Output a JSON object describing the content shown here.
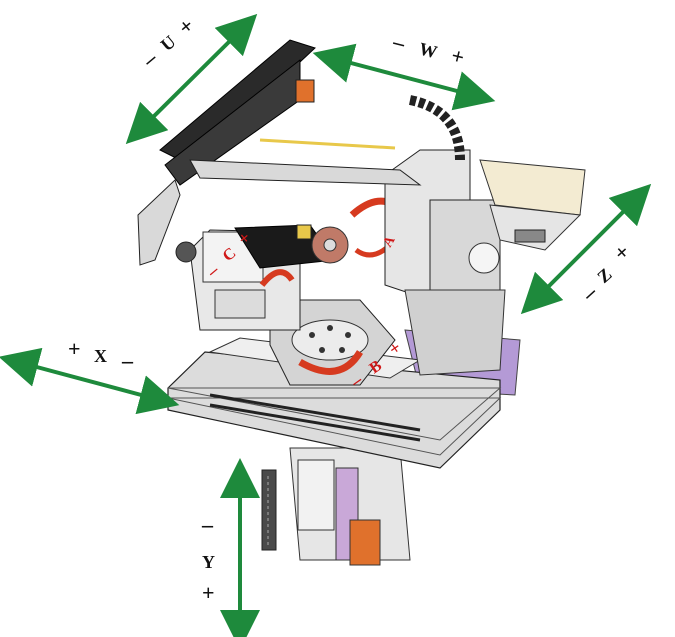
{
  "colors": {
    "arrow": "#1e8a3c",
    "rotation_arrow": "#d63a1f",
    "frame": "#d9d9d9",
    "dark": "#1a1a1a",
    "base_purple": "#b49ad6",
    "cable_orange": "#e0712c"
  },
  "axes": {
    "u": {
      "minus": "–",
      "letter": "U",
      "plus": "+"
    },
    "w": {
      "minus": "–",
      "letter": "W",
      "plus": "+"
    },
    "x": {
      "plus": "+",
      "letter": "X",
      "minus": "–"
    },
    "z": {
      "minus": "–",
      "letter": "Z",
      "plus": "+"
    },
    "y": {
      "minus": "–",
      "letter": "Y",
      "plus": "+"
    }
  },
  "rotary": {
    "c": {
      "minus": "–",
      "letter": "C",
      "plus": "+"
    },
    "a": {
      "letter": "A"
    },
    "b": {
      "minus": "–",
      "letter": "B",
      "plus": "+"
    }
  }
}
